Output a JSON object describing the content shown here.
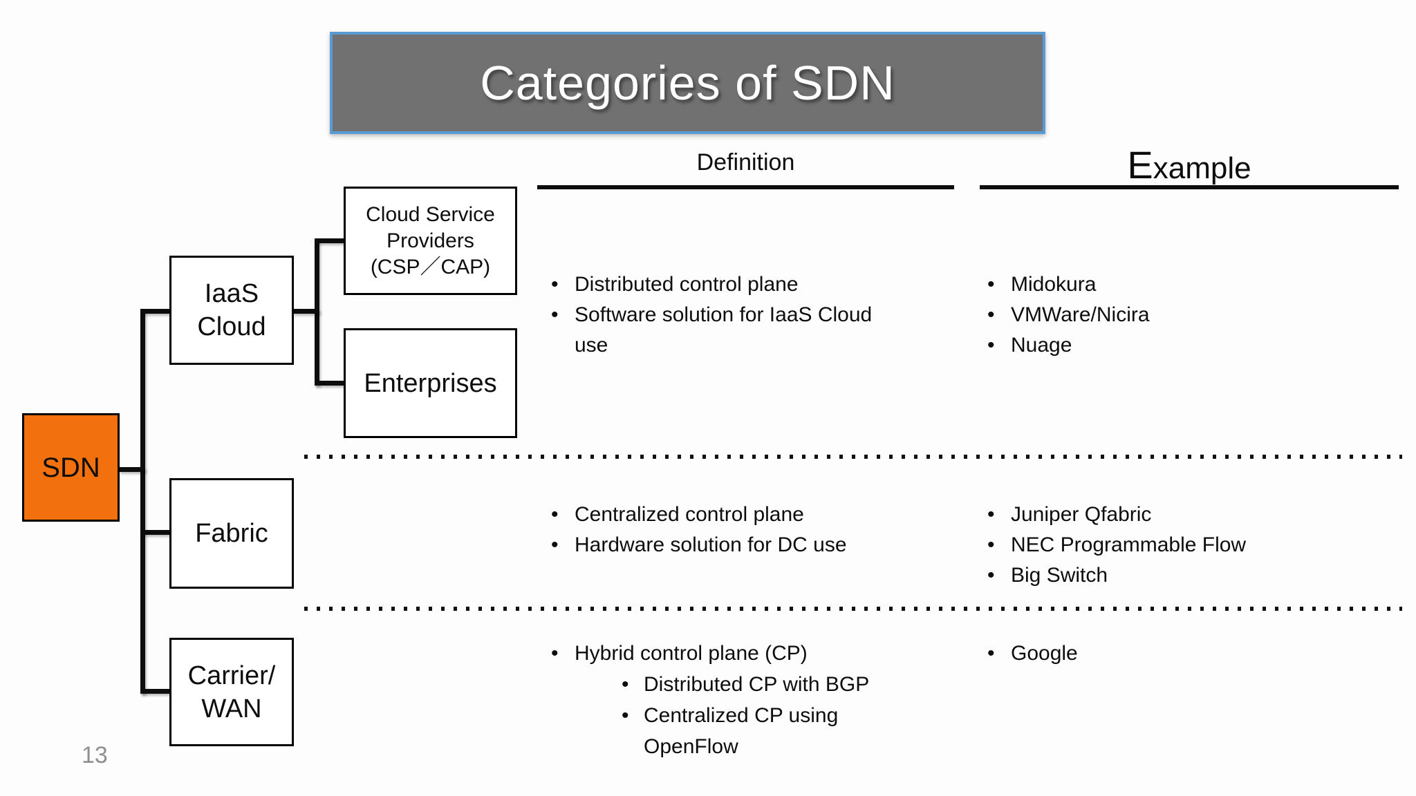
{
  "title": "Categories of SDN",
  "page_number": "13",
  "glyphs": {
    "bullet": "•"
  },
  "colors": {
    "root_box_fill": "#F3700F",
    "title_bar_bg": "#717171",
    "title_bar_border": "#5B9BD5",
    "line_black": "#0D0D0D",
    "page_number_gray": "#8F8F8F"
  },
  "headers": {
    "definition": "Definition",
    "example_initial": "E",
    "example_rest": "xample"
  },
  "tree": {
    "root_label": "SDN",
    "iaas_label": "IaaS\nCloud",
    "csp_label": "Cloud Service\nProviders\n(CSP／CAP)",
    "enterprises_label": "Enterprises",
    "fabric_label": "Fabric",
    "carrier_label": "Carrier/\nWAN"
  },
  "rows": [
    {
      "category": "IaaS Cloud",
      "definition": [
        "Distributed control plane",
        "Software solution for IaaS Cloud\nuse"
      ],
      "examples": [
        "Midokura",
        "VMWare/Nicira",
        "Nuage"
      ]
    },
    {
      "category": "Fabric",
      "definition": [
        "Centralized control plane",
        "Hardware solution for DC use"
      ],
      "examples": [
        "Juniper Qfabric",
        "NEC Programmable Flow",
        "Big Switch"
      ]
    },
    {
      "category": "Carrier/WAN",
      "definition": [
        "Hybrid control plane (CP)"
      ],
      "sub_definition": [
        "Distributed CP with BGP",
        "Centralized CP using\nOpenFlow"
      ],
      "examples": [
        "Google"
      ]
    }
  ]
}
